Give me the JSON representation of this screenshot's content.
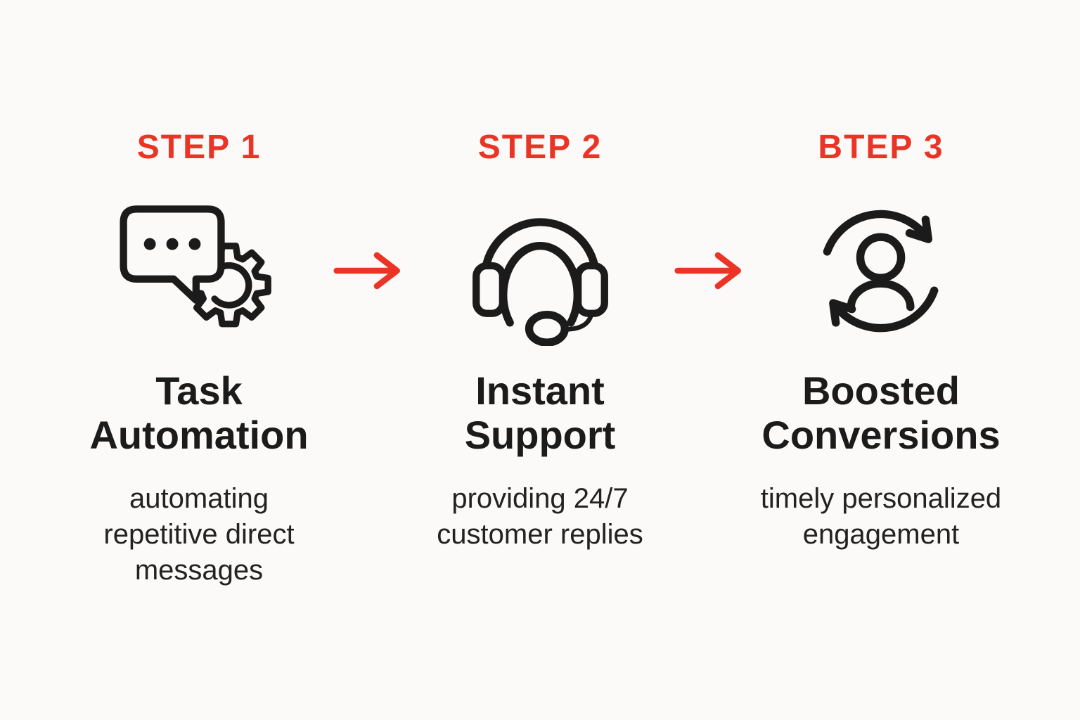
{
  "page": {
    "background_color": "#fbfaf8",
    "accent_color": "#ea3526",
    "icon_color": "#1b1b1b",
    "text_color": "#1b1b1b"
  },
  "steps": [
    {
      "label": "STEP 1",
      "icon": "chat-gear-icon",
      "title_lines": [
        "Task",
        "Automation"
      ],
      "description_lines": [
        "automating",
        "repetitive direct",
        "messages"
      ]
    },
    {
      "label": "STEP 2",
      "icon": "headset-icon",
      "title_lines": [
        "Instant",
        "Support"
      ],
      "description_lines": [
        "providing 24/7",
        "customer replies"
      ]
    },
    {
      "label": "BTEP 3",
      "icon": "person-sync-icon",
      "title_lines": [
        "Boosted",
        "Conversions"
      ],
      "description_lines": [
        "timely personalized",
        "engagement"
      ]
    }
  ],
  "connectors": [
    {
      "icon": "right-arrow-icon"
    },
    {
      "icon": "right-arrow-icon"
    }
  ]
}
